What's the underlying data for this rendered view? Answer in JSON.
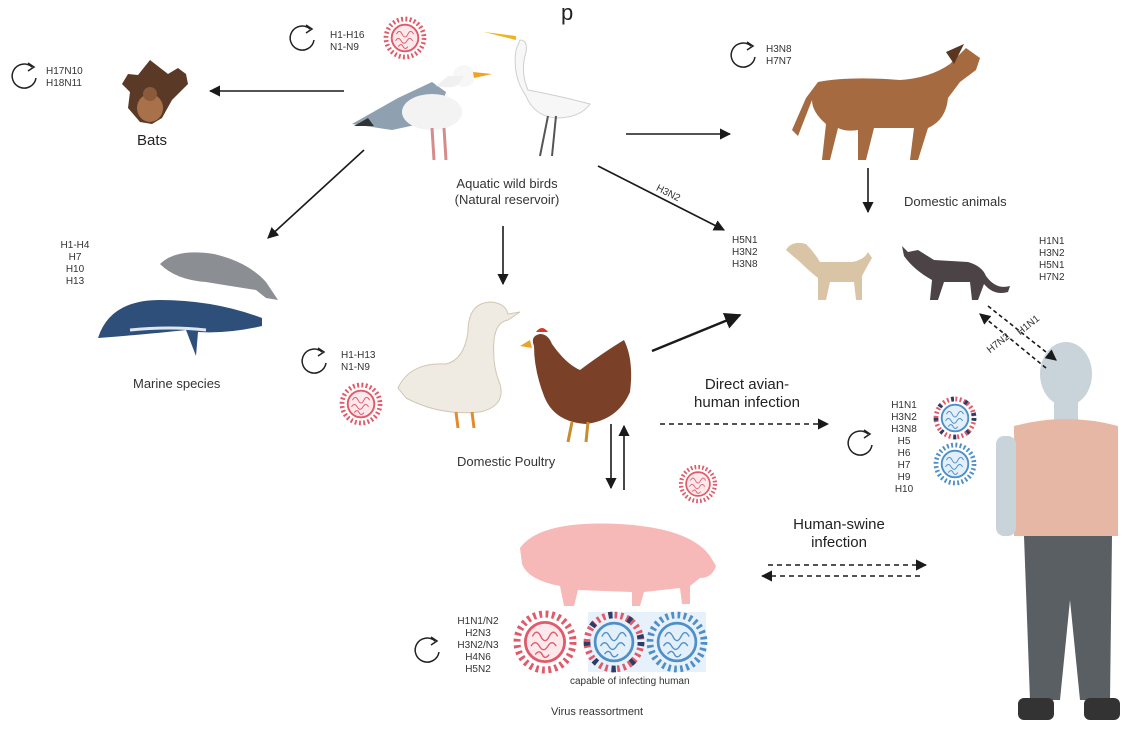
{
  "top_text": "p",
  "bats": {
    "label": "Bats",
    "subtypes": "H17N10\nH18N11"
  },
  "wild_birds": {
    "label": "Aquatic wild birds\n(Natural reservoir)",
    "subtypes": "H1-H16\nN1-N9"
  },
  "marine": {
    "label": "Marine species",
    "subtypes": "H1-H4\nH7\nH10\nH13"
  },
  "horse": {
    "subtypes": "H3N8\nH7N7"
  },
  "domestic_animals": {
    "label": "Domestic animals",
    "dog_subtypes": "H5N1\nH3N2\nH3N8",
    "cat_subtypes": "H1N1\nH3N2\nH5N1\nH7N2"
  },
  "poultry": {
    "label": "Domestic Poultry",
    "subtypes": "H1-H13\nN1-N9"
  },
  "arrow_labels": {
    "h3n2": "H3N2",
    "h1n1": "H1N1",
    "h7n2": "H7N2"
  },
  "avian_human": {
    "label": "Direct avian-\nhuman infection",
    "subtypes": "H1N1\nH3N2\nH3N8\nH5\nH6\nH7\nH9\nH10"
  },
  "human_swine": {
    "label": "Human-swine\ninfection"
  },
  "swine": {
    "subtypes": "H1N1/N2\nH2N3\nH3N2/N3\nH4N6\nH5N2",
    "capable_label": "capable of infecting human",
    "reassortment_label": "Virus reassortment"
  },
  "colors": {
    "avian_virus": "#e05a6a",
    "human_virus": "#4f8fc7",
    "arrow": "#1a1a1a"
  }
}
